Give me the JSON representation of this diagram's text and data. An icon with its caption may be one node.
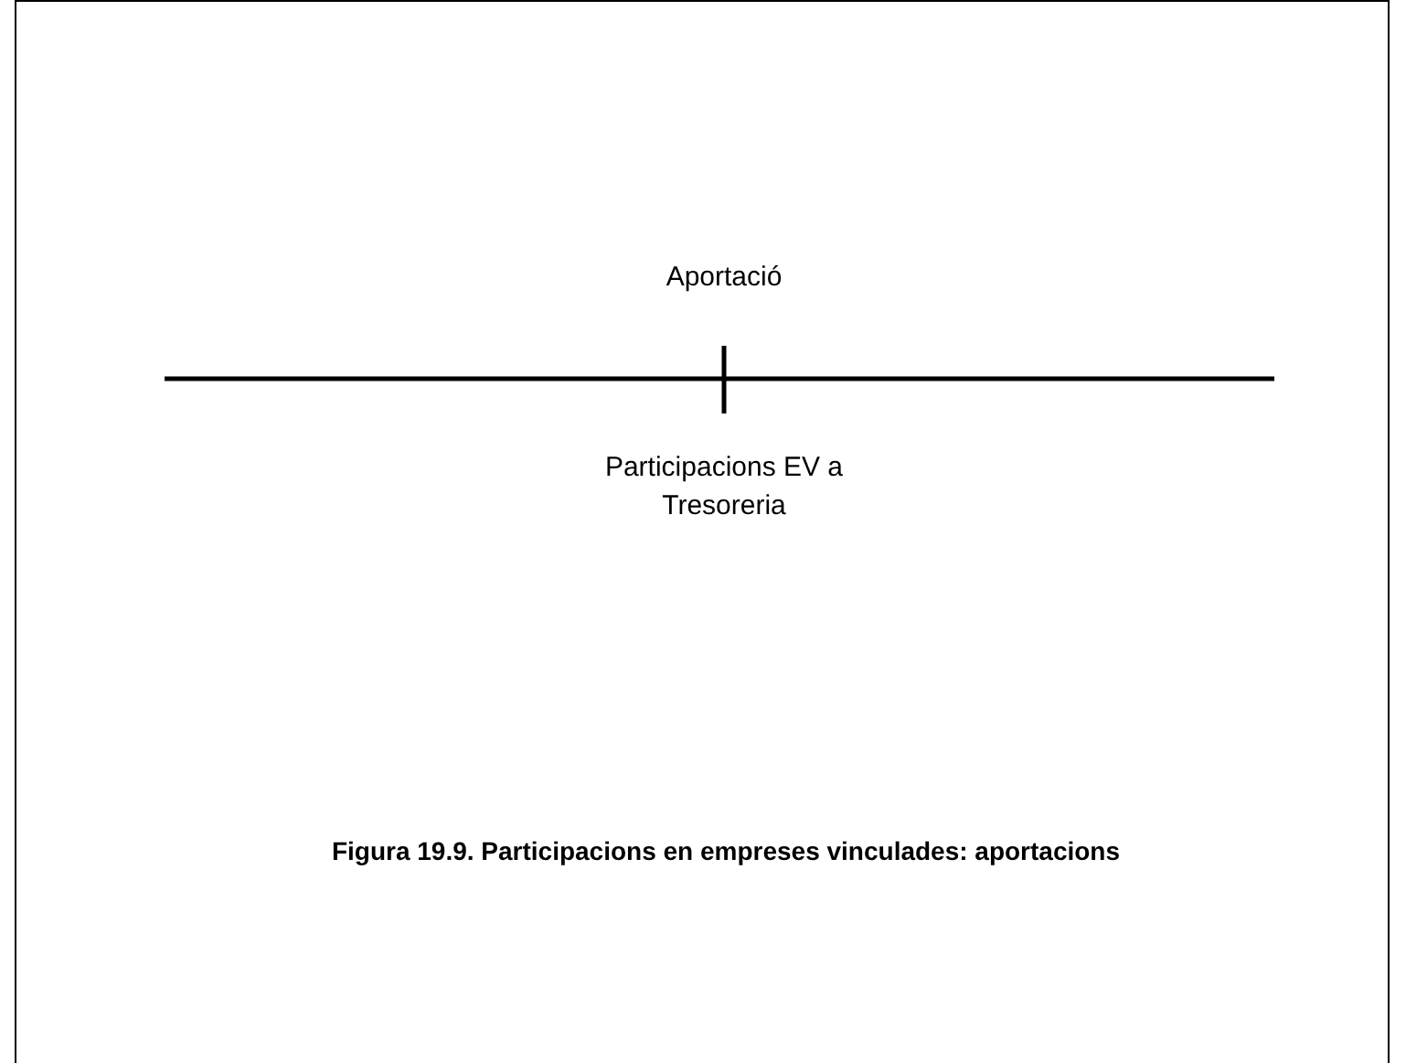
{
  "diagram": {
    "caption": "Figura 19.9. Participacions en empreses vinculades: aportacions",
    "labels": [
      "Aportació",
      "Participacions EV a Tresoreria"
    ]
  }
}
